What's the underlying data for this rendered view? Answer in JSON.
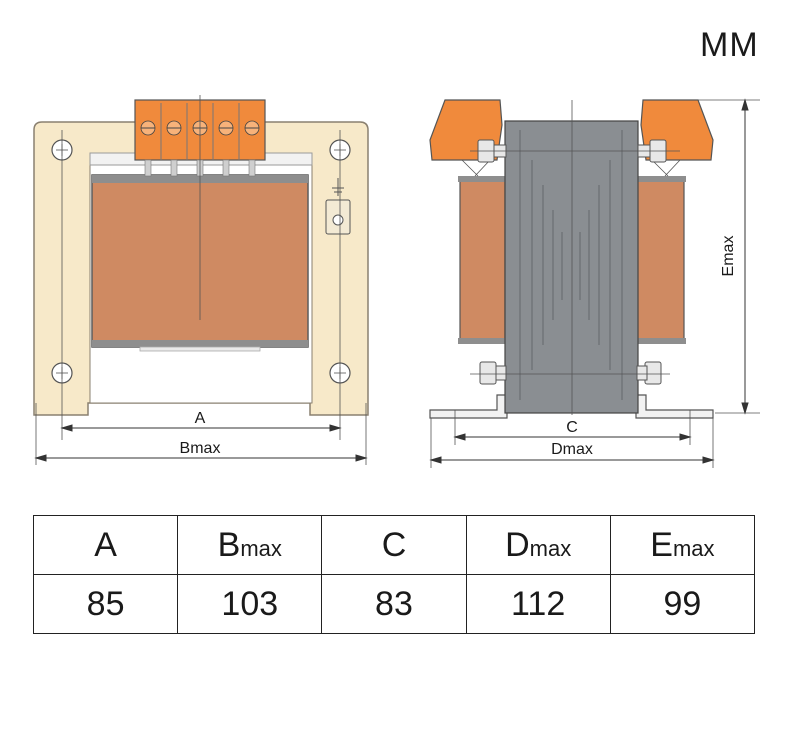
{
  "unit": "MM",
  "front_view": {
    "dim_a_label": "A",
    "dim_b_label": "Bmax"
  },
  "side_view": {
    "dim_c_label": "C",
    "dim_d_label": "Dmax",
    "dim_e_label": "Emax"
  },
  "table": {
    "headers": [
      {
        "main": "A",
        "sub": ""
      },
      {
        "main": "B",
        "sub": "max"
      },
      {
        "main": "C",
        "sub": ""
      },
      {
        "main": "D",
        "sub": "max"
      },
      {
        "main": "E",
        "sub": "max"
      }
    ],
    "values": [
      "85",
      "103",
      "83",
      "112",
      "99"
    ]
  },
  "colors": {
    "frame": "#f7e9c9",
    "frame_stroke": "#8a8070",
    "coil": "#cf8a62",
    "terminal": "#f08a3c",
    "core": "#8a8e92",
    "line": "#333333"
  }
}
